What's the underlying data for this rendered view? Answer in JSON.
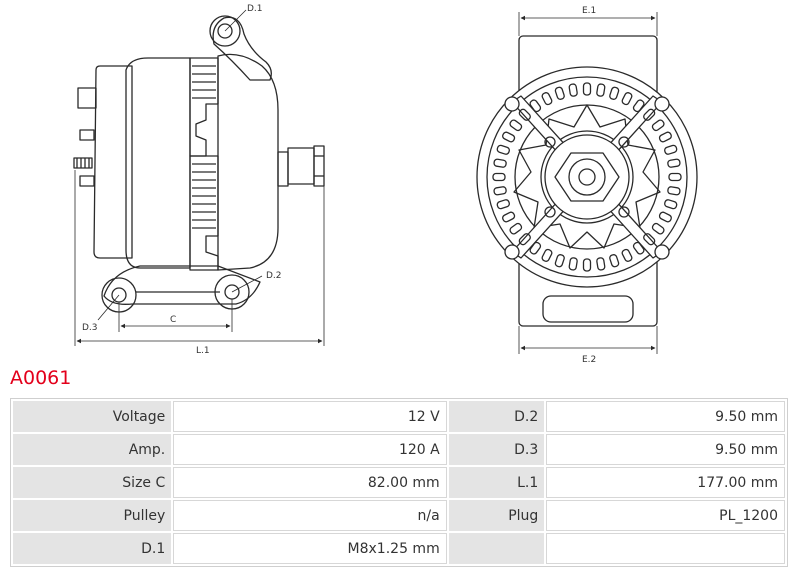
{
  "drawing": {
    "labels": {
      "d1": "D.1",
      "d2": "D.2",
      "d3": "D.3",
      "c": "C",
      "l1": "L.1",
      "e1": "E.1",
      "e2": "E.2"
    }
  },
  "part_number": "A0061",
  "specs": {
    "rows": [
      [
        {
          "label": "Voltage",
          "value": "12 V"
        },
        {
          "label": "D.2",
          "value": "9.50 mm"
        }
      ],
      [
        {
          "label": "Amp.",
          "value": "120 A"
        },
        {
          "label": "D.3",
          "value": "9.50 mm"
        }
      ],
      [
        {
          "label": "Size C",
          "value": "82.00 mm"
        },
        {
          "label": "L.1",
          "value": "177.00 mm"
        }
      ],
      [
        {
          "label": "Pulley",
          "value": "n/a"
        },
        {
          "label": "Plug",
          "value": "PL_1200"
        }
      ],
      [
        {
          "label": "D.1",
          "value": "M8x1.25 mm"
        },
        {
          "label": "",
          "value": ""
        }
      ]
    ]
  }
}
